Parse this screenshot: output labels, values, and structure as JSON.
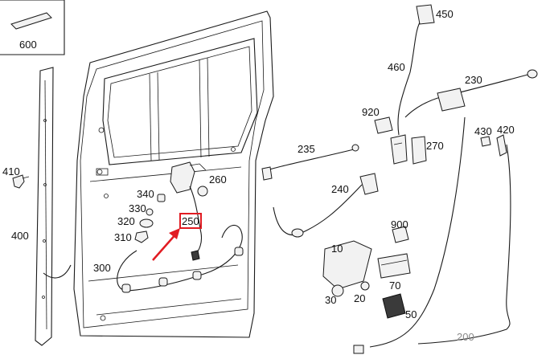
{
  "diagram": {
    "labels": [
      {
        "id": "600",
        "text": "600"
      },
      {
        "id": "410",
        "text": "410"
      },
      {
        "id": "400",
        "text": "400"
      },
      {
        "id": "300",
        "text": "300"
      },
      {
        "id": "340",
        "text": "340"
      },
      {
        "id": "330",
        "text": "330"
      },
      {
        "id": "320",
        "text": "320"
      },
      {
        "id": "310",
        "text": "310"
      },
      {
        "id": "260",
        "text": "260"
      },
      {
        "id": "250",
        "text": "250"
      },
      {
        "id": "235",
        "text": "235"
      },
      {
        "id": "240",
        "text": "240"
      },
      {
        "id": "920",
        "text": "920"
      },
      {
        "id": "270",
        "text": "270"
      },
      {
        "id": "460",
        "text": "460"
      },
      {
        "id": "450",
        "text": "450"
      },
      {
        "id": "230",
        "text": "230"
      },
      {
        "id": "430",
        "text": "430"
      },
      {
        "id": "420",
        "text": "420"
      },
      {
        "id": "900",
        "text": "900"
      },
      {
        "id": "10",
        "text": "10"
      },
      {
        "id": "70",
        "text": "70"
      },
      {
        "id": "30",
        "text": "30"
      },
      {
        "id": "20",
        "text": "20"
      },
      {
        "id": "50",
        "text": "50"
      },
      {
        "id": "200",
        "text": "200"
      }
    ],
    "highlight": {
      "part": "250",
      "box_color": "#e11b22",
      "arrow_color": "#e11b22"
    }
  }
}
